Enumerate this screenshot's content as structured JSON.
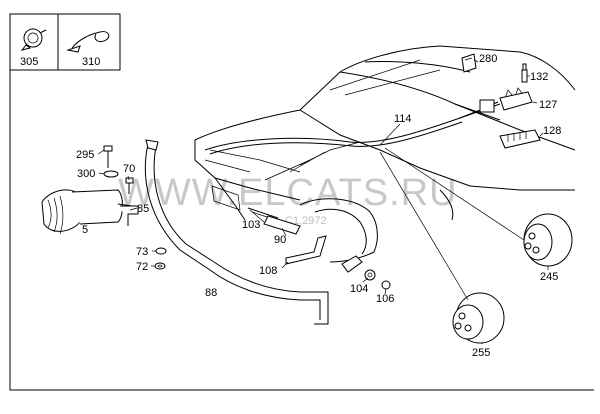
{
  "diagram": {
    "watermark": "WWW.ELCATS.RU",
    "watermark_code": "C1.2972",
    "inset_labels": [
      "305",
      "310"
    ],
    "callouts": {
      "c280": "280",
      "c132": "132",
      "c127": "127",
      "c114": "114",
      "c128": "128",
      "c295": "295",
      "c300": "300",
      "c70": "70",
      "c85": "85",
      "c5": "5",
      "c103": "103",
      "c90": "90",
      "c73": "73",
      "c72": "72",
      "c108": "108",
      "c88": "88",
      "c104": "104",
      "c106": "106",
      "c245": "245",
      "c255": "255"
    }
  }
}
